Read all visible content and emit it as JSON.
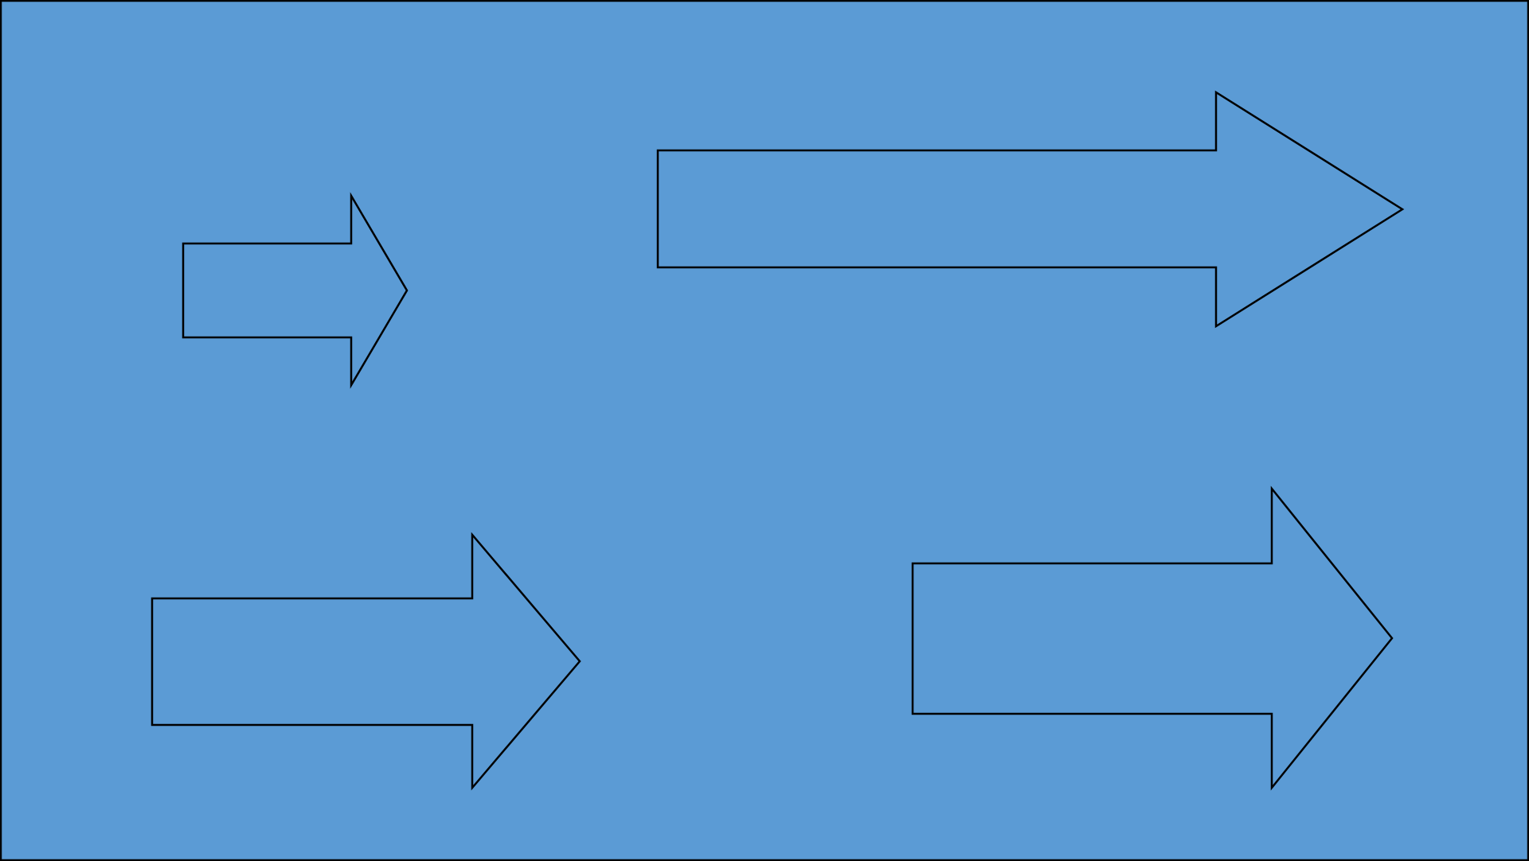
{
  "colors": {
    "background": "#5b9bd5",
    "outline": "#000000"
  },
  "shapes": [
    {
      "type": "right-arrow",
      "name": "arrow-small-top-left"
    },
    {
      "type": "right-arrow",
      "name": "arrow-long-top-right"
    },
    {
      "type": "right-arrow",
      "name": "arrow-medium-bottom-left"
    },
    {
      "type": "right-arrow",
      "name": "arrow-large-bottom-right"
    }
  ]
}
